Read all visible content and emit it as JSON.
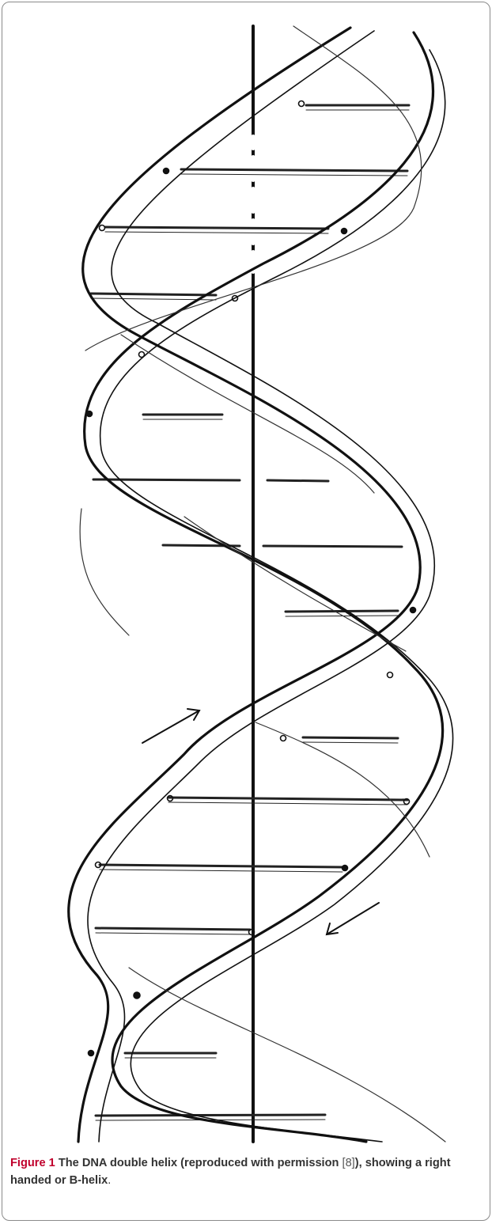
{
  "figure": {
    "label": "Figure 1",
    "caption_part1": "The DNA double helix (reproduced with permission",
    "reference": "[8]",
    "caption_part2": "), showing a right handed or B-helix",
    "caption_end": "."
  }
}
